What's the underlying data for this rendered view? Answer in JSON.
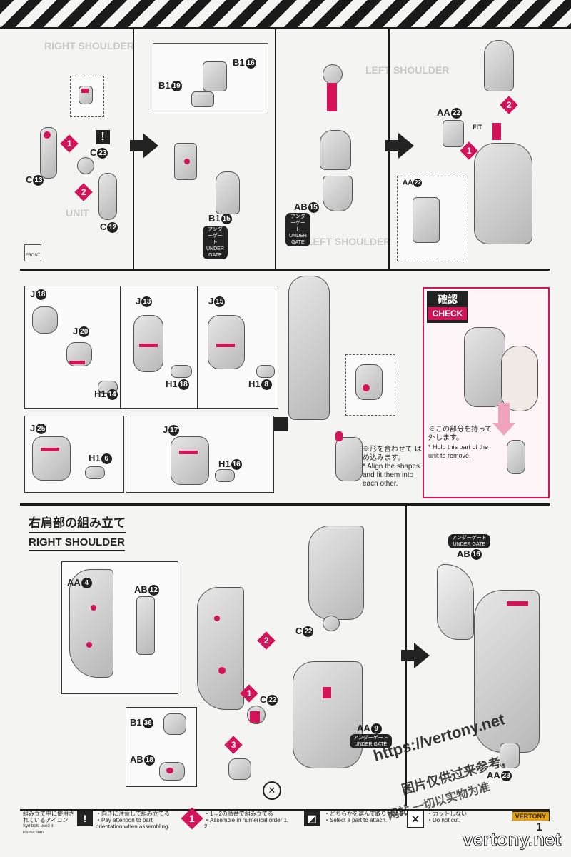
{
  "page": {
    "number": "1"
  },
  "bg_labels": {
    "right_shoulder": "RIGHT SHOULDER",
    "left_shoulder": "LEFT SHOULDER",
    "left_shoulder2": "LEFT SHOULDER",
    "unit": "UNIT",
    "front": "FRONT"
  },
  "top": {
    "p1": {
      "c23": "C",
      "c23n": "23",
      "c13": "C",
      "c13n": "13",
      "c12": "C",
      "c12n": "12"
    },
    "p2": {
      "b16": "B1",
      "b16n": "16",
      "b19": "B1",
      "b19n": "19",
      "b15": "B1",
      "b15n": "15",
      "ug": "アンダーゲート",
      "ug2": "UNDER GATE"
    },
    "p3": {
      "ab15": "AB",
      "ab15n": "15",
      "ug": "アンダーゲート",
      "ug2": "UNDER GATE"
    },
    "p4": {
      "aa22": "AA",
      "aa22n": "22",
      "fit": "FIT",
      "inset": "AA",
      "insetn": "22"
    }
  },
  "mid": {
    "hands": [
      {
        "j": "J",
        "jn": "18",
        "h": "J",
        "hn": "20",
        "part": "H1",
        "partn": "14"
      },
      {
        "j": "J",
        "jn": "13",
        "part": "H1",
        "partn": "18"
      },
      {
        "j": "J",
        "jn": "15",
        "part": "H1",
        "partn": "8"
      },
      {
        "j": "J",
        "jn": "25",
        "part": "H1",
        "partn": "6"
      },
      {
        "j": "J",
        "jn": "17",
        "part": "H1",
        "partn": "16"
      }
    ],
    "note_jp": "※形を合わせて はめ込みます。",
    "note_en": "* Align the shapes and fit them into each other.",
    "check": {
      "jp": "確認",
      "en": "CHECK",
      "note_jp": "※この部分を持って 外します。",
      "note_en": "* Hold this part of the unit to remove."
    }
  },
  "bottom": {
    "title_jp": "右肩部の組み立て",
    "title_en": "RIGHT SHOULDER",
    "aa4": "AA",
    "aa4n": "4",
    "ab12": "AB",
    "ab12n": "12",
    "c22": "C",
    "c22n": "22",
    "c22b": "C",
    "c22bn": "22",
    "b136": "B1",
    "b136n": "36",
    "ab18": "AB",
    "ab18n": "18",
    "aa9": "AA",
    "aa9n": "9",
    "ab16": "AB",
    "ab16n": "16",
    "aa23": "AA",
    "aa23n": "23",
    "ug": "アンダーゲート",
    "ug2": "UNDER GATE"
  },
  "footer": {
    "legend_jp": "組み立て中に使用されているアイコン",
    "legend_en": "Symbols used in instructions",
    "i1_jp": "・向きに注意して組み立てる",
    "i1_en": "・Pay attention to part orientation when assembling.",
    "i2_jp": "・1→2の順番で組み立てる",
    "i2_en": "・Assemble in numerical order 1, 2...",
    "i3_jp": "・どちらかを選んで取り付ける",
    "i3_en": "・Select a part to attach.",
    "i4_jp": "・カットしない",
    "i4_en": "・Do not cut."
  },
  "watermark": {
    "url": "https://vertony.net",
    "site": "vertony.net",
    "cn1": "图片仅供过来参考,",
    "cn2": "网站,一切以实物为准"
  },
  "brand": "VERTONY"
}
